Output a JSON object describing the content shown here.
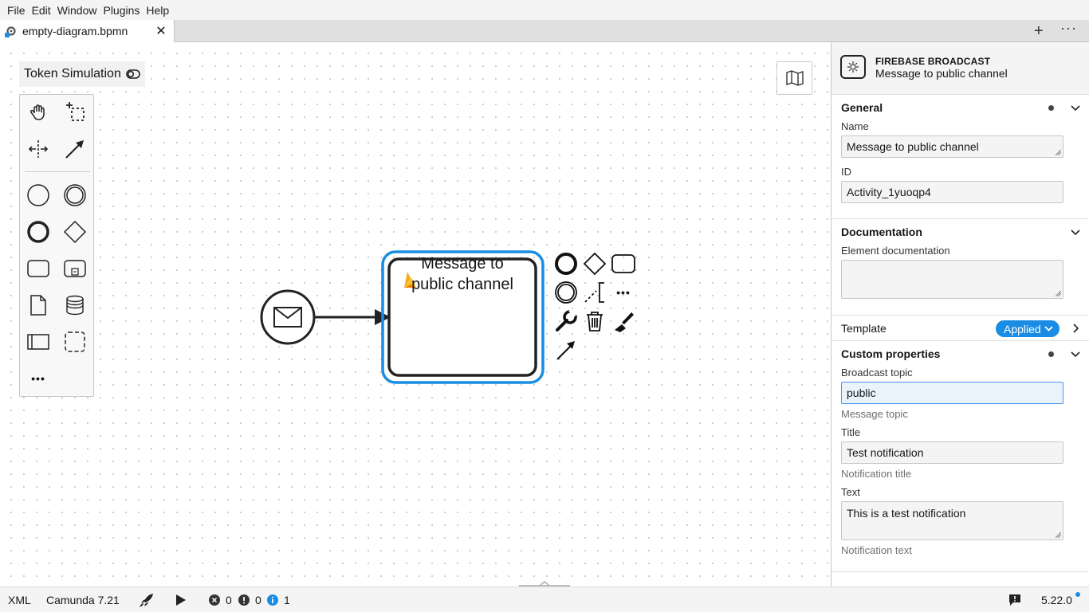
{
  "menubar": {
    "items": [
      "File",
      "Edit",
      "Window",
      "Plugins",
      "Help"
    ]
  },
  "tabs": [
    {
      "label": "empty-diagram.bpmn",
      "close": "✕"
    }
  ],
  "tabbar": {
    "add": "+",
    "more": "···"
  },
  "canvas": {
    "token_simulation_label": "Token Simulation",
    "task_label_line1": "Message to",
    "task_label_line2": "public channel",
    "palette_more": "•••",
    "context_more": "•••"
  },
  "properties": {
    "header": {
      "type": "FIREBASE BROADCAST",
      "name": "Message to public channel"
    },
    "general": {
      "title": "General",
      "name_label": "Name",
      "name_value": "Message to public channel",
      "id_label": "ID",
      "id_value": "Activity_1yuoqp4"
    },
    "documentation": {
      "title": "Documentation",
      "element_doc_label": "Element documentation",
      "element_doc_value": ""
    },
    "template": {
      "title": "Template",
      "badge": "Applied"
    },
    "custom": {
      "title": "Custom properties",
      "topic_label": "Broadcast topic",
      "topic_value": "public",
      "topic_hint": "Message topic",
      "title_label": "Title",
      "title_value": "Test notification",
      "title_hint": "Notification title",
      "text_label": "Text",
      "text_value": "This is a test notification",
      "text_hint": "Notification text"
    }
  },
  "statusbar": {
    "xml": "XML",
    "engine": "Camunda 7.21",
    "errors": "0",
    "warnings": "0",
    "infos": "1",
    "version": "5.22.0"
  },
  "colors": {
    "selection": "#1a8ce3",
    "firebase": "#f6a91b"
  }
}
